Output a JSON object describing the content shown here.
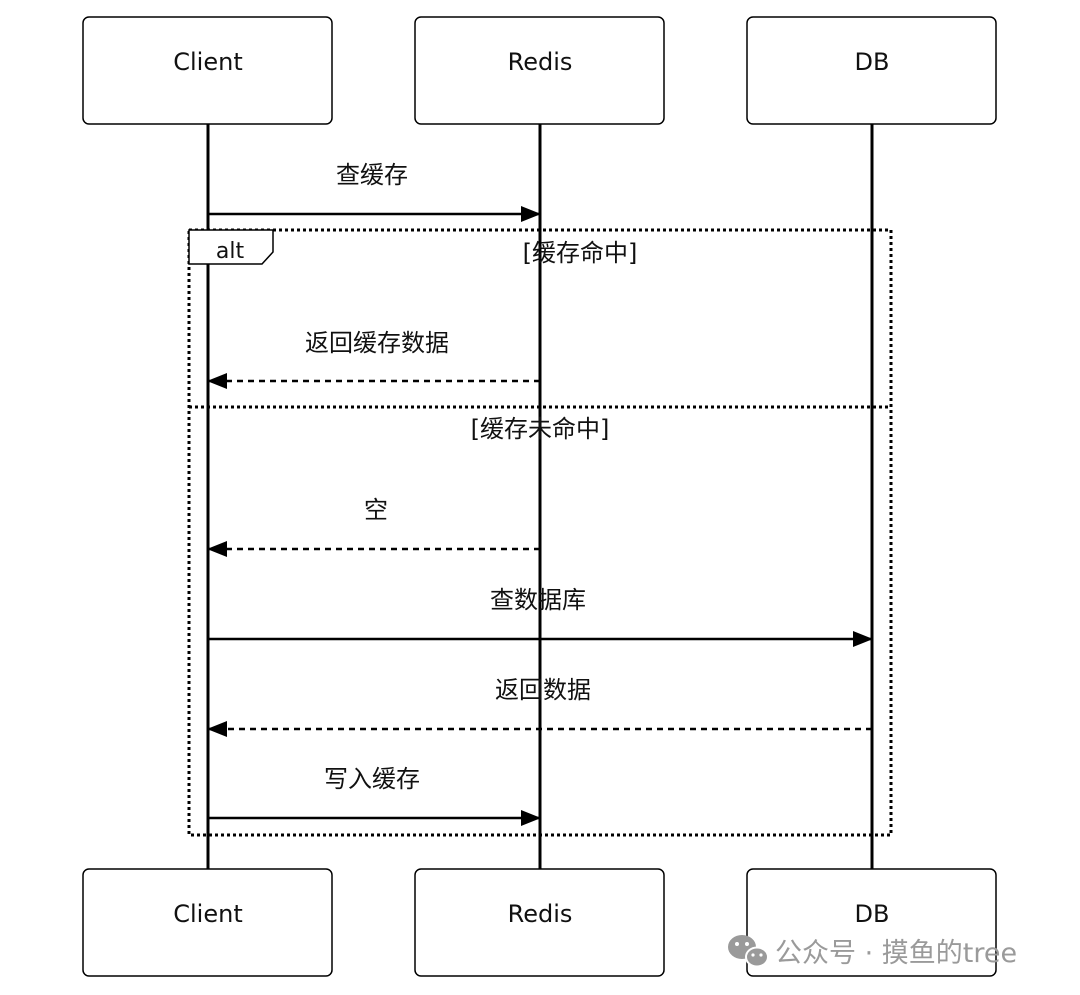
{
  "participants": [
    {
      "id": "client",
      "label": "Client"
    },
    {
      "id": "redis",
      "label": "Redis"
    },
    {
      "id": "db",
      "label": "DB"
    }
  ],
  "messages": [
    {
      "from": "client",
      "to": "redis",
      "label": "查缓存",
      "style": "solid"
    },
    {
      "from": "redis",
      "to": "client",
      "label": "返回缓存数据",
      "style": "dashed"
    },
    {
      "from": "redis",
      "to": "client",
      "label": "空",
      "style": "dashed"
    },
    {
      "from": "client",
      "to": "db",
      "label": "查数据库",
      "style": "solid"
    },
    {
      "from": "db",
      "to": "client",
      "label": "返回数据",
      "style": "dashed"
    },
    {
      "from": "client",
      "to": "redis",
      "label": "写入缓存",
      "style": "solid"
    }
  ],
  "alt_frame": {
    "keyword": "alt",
    "guards": [
      "[缓存命中]",
      "[缓存未命中]"
    ]
  },
  "watermark": {
    "text": "公众号 · 摸鱼的tree",
    "icon": "wechat-icon"
  }
}
